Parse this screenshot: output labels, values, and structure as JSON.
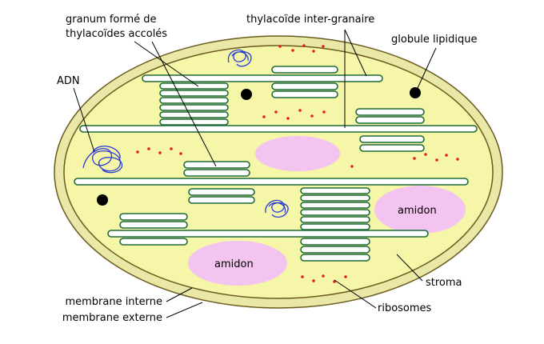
{
  "labels": {
    "granum": [
      "granum formé de",
      "thylacoïdes accolés"
    ],
    "thylakoid_inter": "thylacoïde inter-granaire",
    "lipid": "globule lipidique",
    "adn": "ADN",
    "amidon_right": "amidon",
    "amidon_left": "amidon",
    "stroma": "stroma",
    "ribosomes": "ribosomes",
    "membrane_interne": "membrane interne",
    "membrane_externe": "membrane externe"
  },
  "colors": {
    "outer_membrane": "#e9e8a6",
    "stroma": "#f6f6a8",
    "membrane_stroke": "#6b5a1e",
    "thylakoid": "#1e6b3a",
    "starch": "#f2c4ef",
    "ribosome": "#e02020",
    "dna": "#2a3bd6"
  }
}
